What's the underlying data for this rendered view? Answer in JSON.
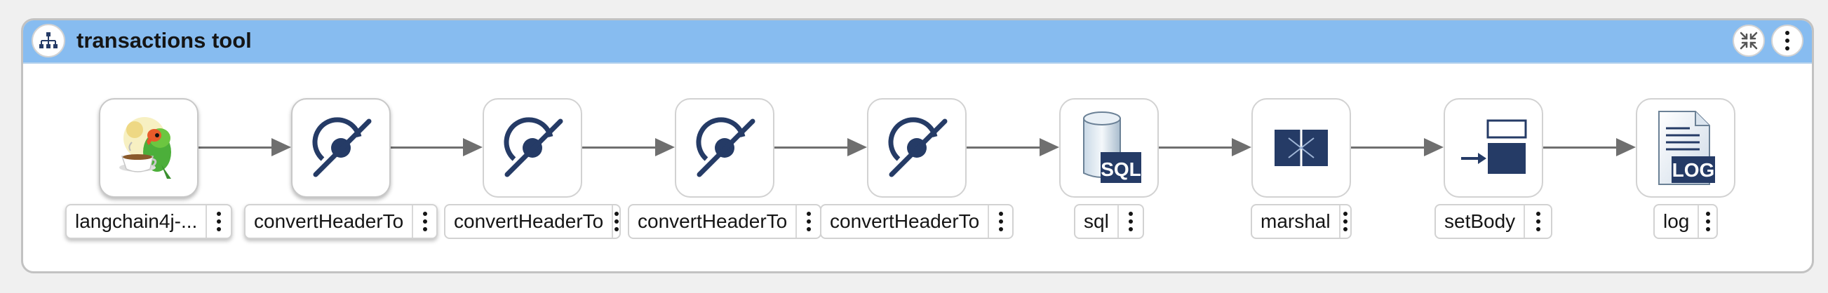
{
  "route": {
    "title": "transactions tool",
    "icon": "route-icon",
    "collapse_icon": "collapse-icon",
    "menu_icon": "kebab-menu-icon",
    "header_color": "#87bcf0"
  },
  "nodes": [
    {
      "label": "langchain4j-...",
      "icon": "langchain4j-parrot-icon",
      "selected": true
    },
    {
      "label": "convertHeaderTo",
      "icon": "convert-header-disabled-icon",
      "selected": true
    },
    {
      "label": "convertHeaderTo",
      "icon": "convert-header-disabled-icon",
      "selected": false
    },
    {
      "label": "convertHeaderTo",
      "icon": "convert-header-disabled-icon",
      "selected": false
    },
    {
      "label": "convertHeaderTo",
      "icon": "convert-header-disabled-icon",
      "selected": false
    },
    {
      "label": "sql",
      "icon": "sql-database-icon",
      "selected": false
    },
    {
      "label": "marshal",
      "icon": "marshal-icon",
      "selected": false
    },
    {
      "label": "setBody",
      "icon": "set-body-icon",
      "selected": false
    },
    {
      "label": "log",
      "icon": "log-document-icon",
      "selected": false
    }
  ],
  "colors": {
    "icon_navy": "#253b66",
    "edge": "#6f6f6f"
  }
}
